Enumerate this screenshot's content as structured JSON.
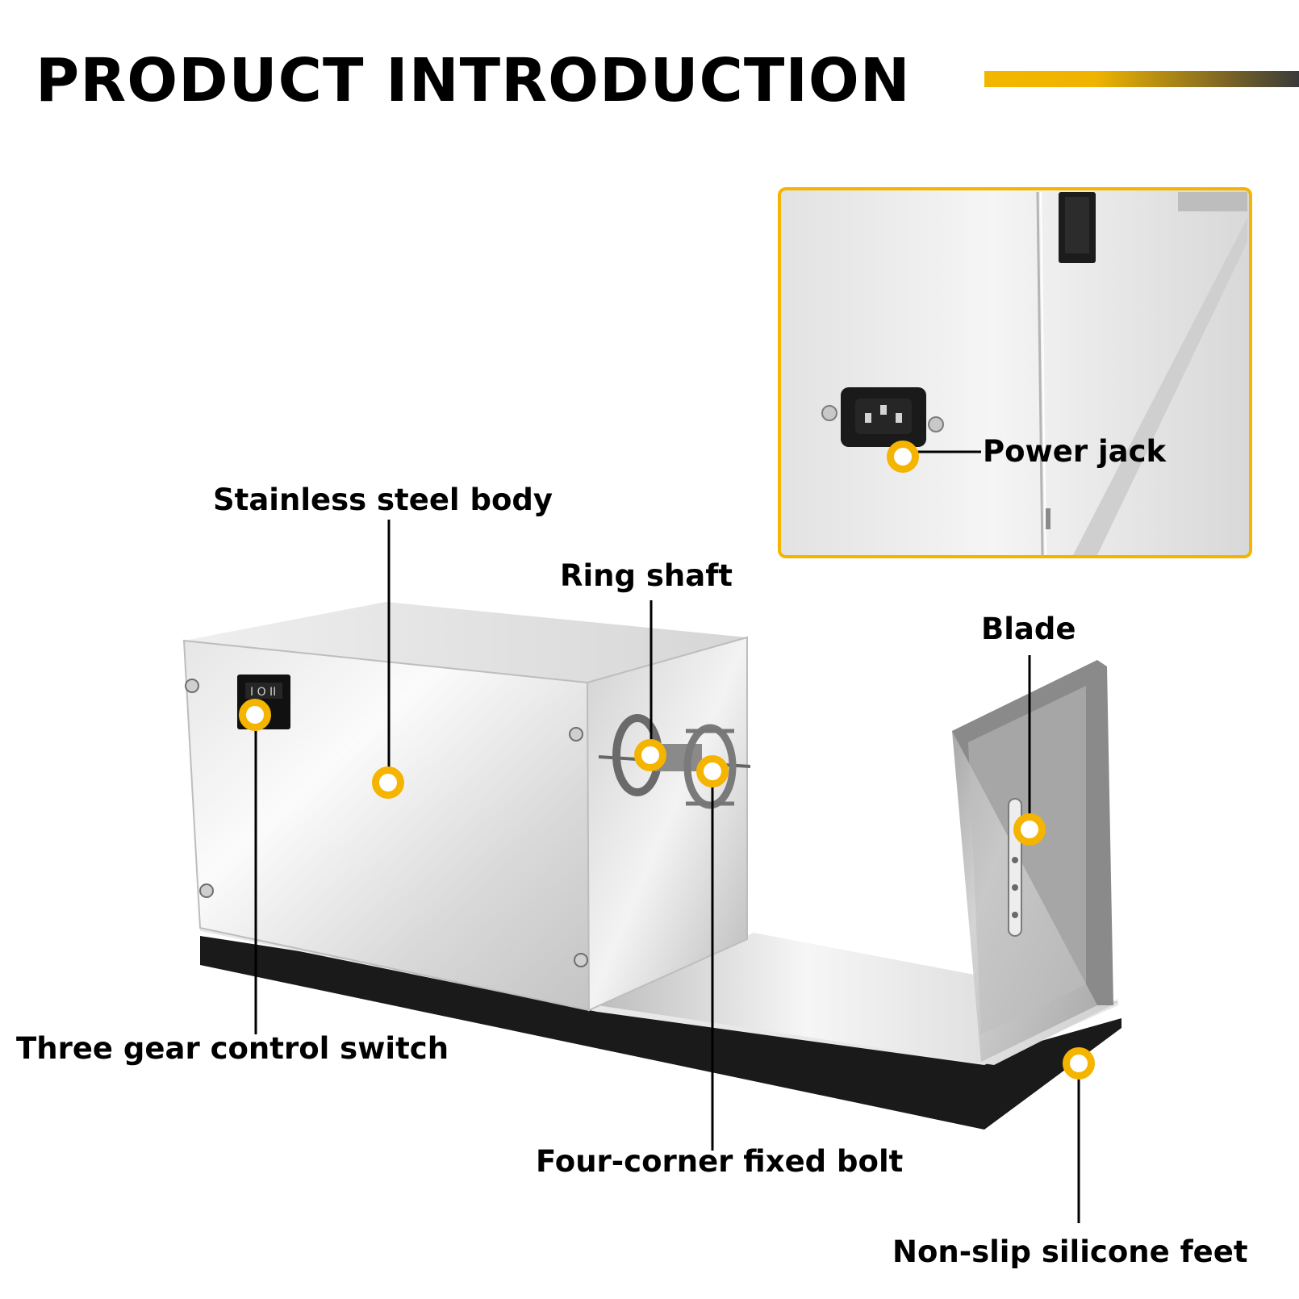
{
  "title": "PRODUCT INTRODUCTION",
  "colors": {
    "accent": "#f5b400",
    "steel_light": "#f2f2f2",
    "steel_mid": "#c8c8c8",
    "steel_dark": "#8e8e8e",
    "base_black": "#1a1a1a"
  },
  "icons": [
    "power-jack-icon",
    "rocker-switch-icon",
    "screw-icon"
  ],
  "callouts": {
    "stainless_body": "Stainless steel body",
    "ring_shaft": "Ring shaft",
    "blade": "Blade",
    "power_jack": "Power jack",
    "switch": "Three gear control switch",
    "bolt": "Four-corner fixed bolt",
    "feet": "Non-slip silicone feet"
  }
}
